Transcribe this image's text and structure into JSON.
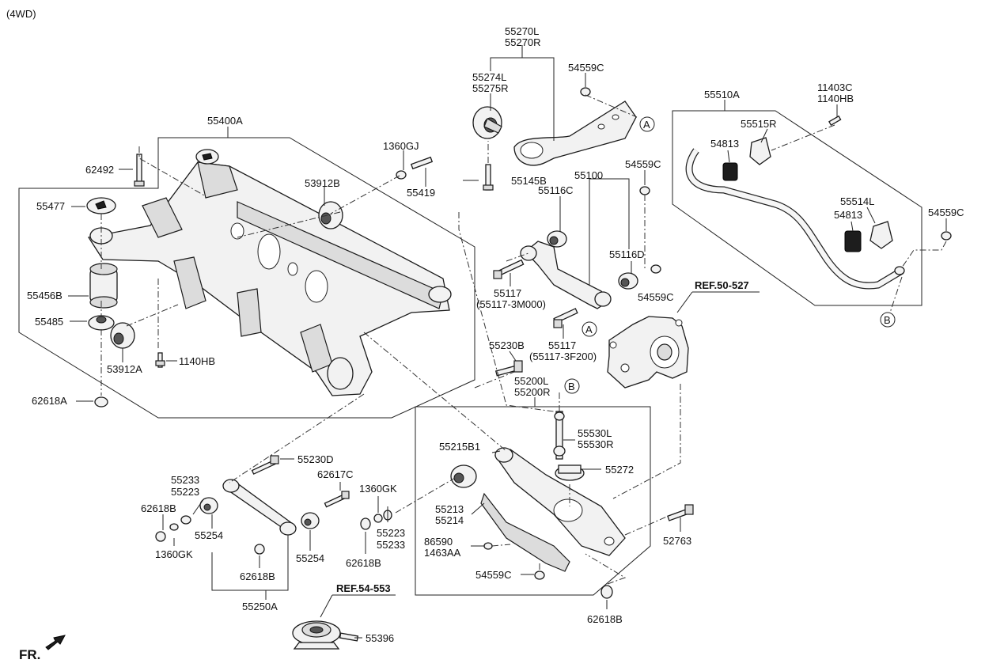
{
  "header": {
    "drive_type": "(4WD)"
  },
  "footer": {
    "front_indicator": "FR."
  },
  "references": {
    "ref_50_527": "REF.50-527",
    "ref_54_553": "REF.54-553",
    "marker_a": "A",
    "marker_b": "B"
  },
  "part_labels": {
    "p55270": [
      "55270L",
      "55270R"
    ],
    "p55274": [
      "55274L",
      "55275R"
    ],
    "p54559c_top": "54559C",
    "p55145b": "55145B",
    "p55400a": "55400A",
    "p62492": "62492",
    "p1360gj": "1360GJ",
    "p55419": "55419",
    "p53912b": "53912B",
    "p55477": "55477",
    "p55456b": "55456B",
    "p55485": "55485",
    "p53912a": "53912A",
    "p1140hb_sub": "1140HB",
    "p62618a": "62618A",
    "p55100": "55100",
    "p54559c_mid": "54559C",
    "p55116c": "55116C",
    "p55116d": "55116D",
    "p55117_a": [
      "55117",
      "(55117-3M000)"
    ],
    "p54559c_right": "54559C",
    "p55117_b": [
      "55117",
      "(55117-3F200)"
    ],
    "p55510a": "55510A",
    "p11403c": [
      "11403C",
      "1140HB"
    ],
    "p55515r": "55515R",
    "p54813_top": "54813",
    "p55514l": "55514L",
    "p54813_bot": "54813",
    "p54559c_far": "54559C",
    "p55230b": "55230B",
    "p55200": [
      "55200L",
      "55200R"
    ],
    "p55230d": "55230D",
    "p55233_55223": [
      "55233",
      "55223"
    ],
    "p62617c": "62617C",
    "p62618b_left": "62618B",
    "p1360gk_left": "1360GK",
    "p55254_left": "55254",
    "p62618b_mid": "62618B",
    "p55254_right": "55254",
    "p55250a": "55250A",
    "p1360gk_right": "1360GK",
    "p55223_55233": [
      "55223",
      "55233"
    ],
    "p62618b_lower": "62618B",
    "p55215b1": "55215B1",
    "p55530": [
      "55530L",
      "55530R"
    ],
    "p55272": "55272",
    "p55213": [
      "55213",
      "55214"
    ],
    "p86590": [
      "86590",
      "1463AA"
    ],
    "p54559c_bottom": "54559C",
    "p52763": "52763",
    "p62618b_bottom": "62618B",
    "p55396": "55396"
  }
}
